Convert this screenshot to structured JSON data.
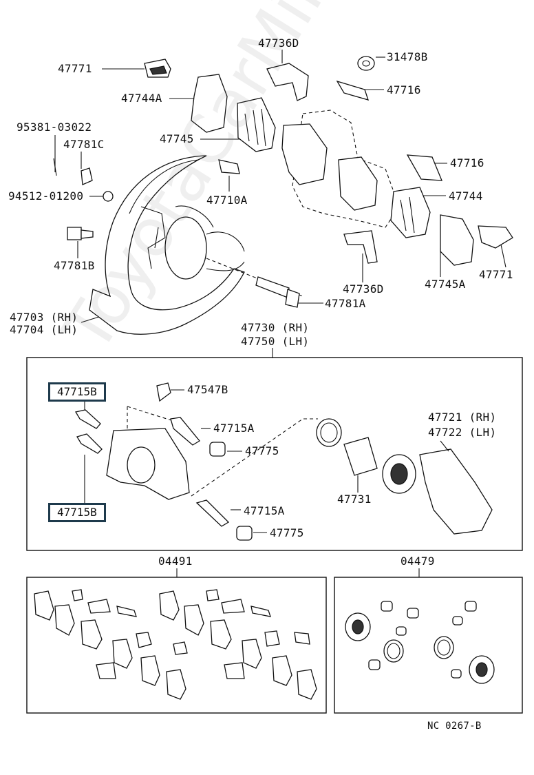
{
  "watermark": "ToyotaCarMini.ru",
  "labels": {
    "p47771_top": "47771",
    "p47744A": "47744A",
    "p47736D_top": "47736D",
    "p31478B": "31478B",
    "p47716_top": "47716",
    "p95381": "95381-03022",
    "p47781C": "47781C",
    "p47745": "47745",
    "p94512": "94512-01200",
    "p47710A": "47710A",
    "p47716_mid": "47716",
    "p47744": "47744",
    "p47781B": "47781B",
    "p47736D_bot": "47736D",
    "p47745A": "47745A",
    "p47771_bot": "47771",
    "p47781A": "47781A",
    "p47703": "47703 (RH)",
    "p47704": "47704 (LH)",
    "p47730": "47730 (RH)",
    "p47750": "47750 (LH)",
    "p47715B_top": "47715B",
    "p47547B": "47547B",
    "p47715A_top": "47715A",
    "p47775_top": "47775",
    "p47721": "47721 (RH)",
    "p47722": "47722 (LH)",
    "p47731": "47731",
    "p47715B_bot": "47715B",
    "p47715A_bot": "47715A",
    "p47775_bot": "47775",
    "p04491": "04491",
    "p04479": "04479",
    "footer": "NC 0267-B"
  }
}
